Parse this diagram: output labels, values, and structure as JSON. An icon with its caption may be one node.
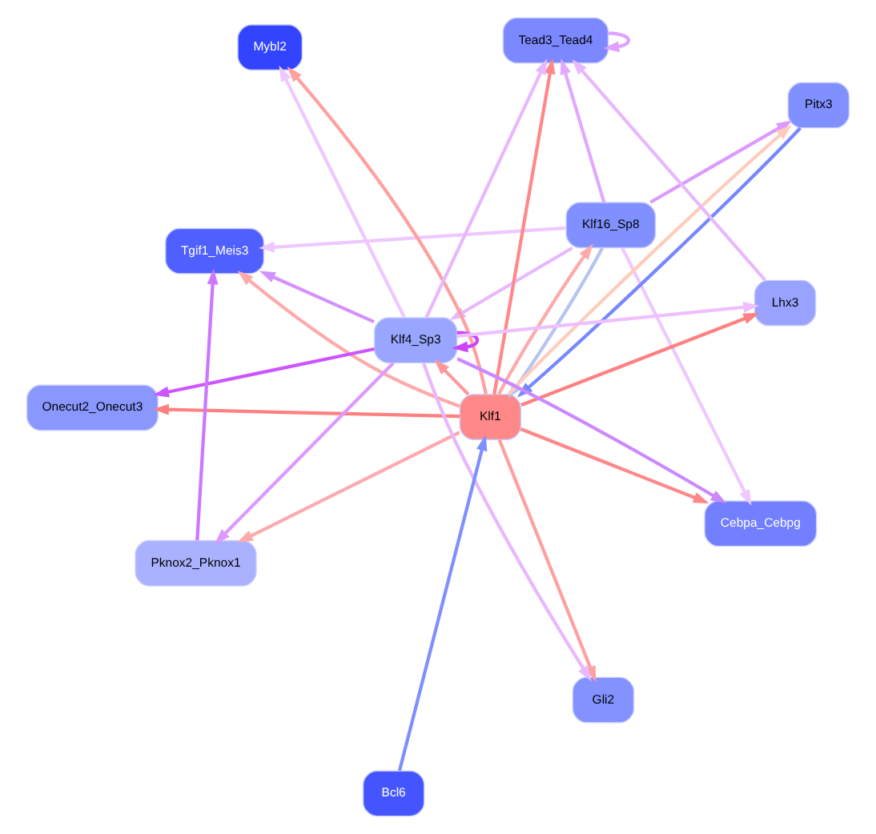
{
  "diagram": {
    "nodes": [
      {
        "text": [
          "Tead3_Tead4"
        ]
      },
      {
        "text": [
          "Cebpa_Cebpg"
        ]
      },
      {
        "text": [
          "Klf16_Sp8"
        ]
      },
      {
        "text": [
          "Tgif1_Meis3"
        ]
      },
      {
        "text": [
          "Pitx3"
        ]
      },
      {
        "text": [
          "Mybl2"
        ]
      },
      {
        "text": [
          "Klf1"
        ]
      },
      {
        "text": [
          "Klf4_Sp3"
        ]
      },
      {
        "text": [
          "Bcl6"
        ]
      },
      {
        "text": [
          "Gli2"
        ]
      },
      {
        "text": [
          "Pknox2_Pknox1"
        ]
      },
      {
        "text": [
          "Onecut2_Onecut3"
        ]
      },
      {
        "text": [
          "Lhx3"
        ]
      }
    ],
    "edges": [
      {
        "from": 0,
        "to": 0,
        "arrow": "to",
        "color": "#e0a0ff"
      },
      {
        "from": 2,
        "to": 0,
        "arrow": "to",
        "color": "#e0a8ff"
      },
      {
        "from": 2,
        "to": 1,
        "arrow": "to",
        "color": "#eec8ff"
      },
      {
        "from": 2,
        "to": 3,
        "arrow": "to",
        "color": "#eec8ff"
      },
      {
        "from": 2,
        "to": 4,
        "arrow": "to",
        "color": "#dd99ff"
      },
      {
        "from": 2,
        "to": 7,
        "arrow": "to",
        "color": "#e8b8ff"
      },
      {
        "from": 2,
        "to": 6,
        "arrow": "to",
        "color": "#b8c4f0"
      },
      {
        "from": 4,
        "to": 6,
        "arrow": "to",
        "color": "#7788ff"
      },
      {
        "from": 6,
        "to": 4,
        "arrow": "to",
        "color": "#ffccbb"
      },
      {
        "from": 6,
        "to": 2,
        "arrow": "to",
        "color": "#ffaaaa"
      },
      {
        "from": 6,
        "to": 0,
        "arrow": "to",
        "color": "#ff8888"
      },
      {
        "from": 6,
        "to": 1,
        "arrow": "to",
        "color": "#ff8888"
      },
      {
        "from": 6,
        "to": 3,
        "arrow": "to",
        "color": "#ffaaaa"
      },
      {
        "from": 6,
        "to": 5,
        "arrow": "to",
        "color": "#ffa0a0"
      },
      {
        "from": 6,
        "to": 7,
        "arrow": "to",
        "color": "#ff9999"
      },
      {
        "from": 6,
        "to": 9,
        "arrow": "to",
        "color": "#ffa0a0"
      },
      {
        "from": 6,
        "to": 11,
        "arrow": "to",
        "color": "#ff8080"
      },
      {
        "from": 6,
        "to": 12,
        "arrow": "to",
        "color": "#ff8080"
      },
      {
        "from": 6,
        "to": 10,
        "arrow": "to",
        "color": "#ffaaaa"
      },
      {
        "from": 8,
        "to": 6,
        "arrow": "to",
        "color": "#7f8fff"
      },
      {
        "from": 7,
        "to": 7,
        "arrow": "to",
        "color": "#cc44ff"
      },
      {
        "from": 7,
        "to": 0,
        "arrow": "to",
        "color": "#e8b8ff"
      },
      {
        "from": 7,
        "to": 1,
        "arrow": "to",
        "color": "#cc88ff"
      },
      {
        "from": 7,
        "to": 3,
        "arrow": "to",
        "color": "#d490ff"
      },
      {
        "from": 7,
        "to": 5,
        "arrow": "to",
        "color": "#eec8ff"
      },
      {
        "from": 7,
        "to": 9,
        "arrow": "to",
        "color": "#e8b8ff"
      },
      {
        "from": 7,
        "to": 11,
        "arrow": "to",
        "color": "#cc55ff"
      },
      {
        "from": 7,
        "to": 12,
        "arrow": "to",
        "color": "#eec0ff"
      },
      {
        "from": 7,
        "to": 10,
        "arrow": "to",
        "color": "#dd99ff"
      },
      {
        "from": 10,
        "to": 3,
        "arrow": "to",
        "color": "#cc77ff"
      },
      {
        "from": 12,
        "to": 0,
        "arrow": "to",
        "color": "#e8b8ff"
      }
    ]
  }
}
